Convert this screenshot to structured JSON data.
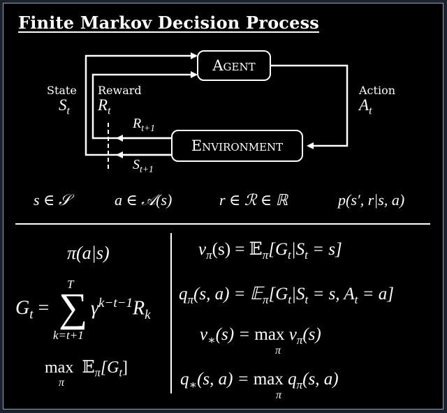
{
  "title": "Finite Markov Decision Process",
  "agent_label": "Agent",
  "environment_label": "Environment",
  "state_label": "State",
  "reward_label": "Reward",
  "action_label": "Action",
  "sym": {
    "s_t": "S",
    "r_t": "R",
    "a_t": "A",
    "t": "t",
    "t1": "t+1"
  },
  "sets": {
    "s_in_S": "s ∈ 𝒮",
    "a_in_A": "a ∈ 𝒜(s)",
    "r_in_R": "r ∈ ℛ ∈ ℝ",
    "p": "p(s′, r|s, a)"
  },
  "left_formulas": {
    "policy": "π(a|s)",
    "return_lhs": "G",
    "return_sub": "t",
    "sum_upper": "T",
    "sum_lower": "k=t+1",
    "gamma": "γ",
    "gamma_exp": "k−t−1",
    "reward": "R",
    "reward_sub": "k",
    "max": "max",
    "max_sub": "π",
    "expect": "𝔼",
    "expect_sub": "π",
    "expect_arg": "[G",
    "expect_arg_sub": "t",
    "expect_close": "]"
  },
  "right_formulas": {
    "v_pi": "v",
    "v_pi_rest": "(s) = 𝔼",
    "v_pi_bracket": "[G",
    "v_pi_cond": "|S",
    "v_pi_end": " = s]",
    "q_pi": "q",
    "q_pi_rest": "(s, a) = 𝔼",
    "q_pi_cond": "|S",
    "q_pi_mid": " = s, A",
    "q_pi_end": " = a]",
    "v_star": "v",
    "v_star_rest": "(s) = ",
    "v_star_after": " v",
    "v_star_end": "(s)",
    "q_star": "q",
    "q_star_rest": "(s, a) = ",
    "q_star_after": " q",
    "q_star_end": "(s, a)",
    "pi": "π",
    "star": "∗",
    "max": "max",
    "t": "t"
  }
}
